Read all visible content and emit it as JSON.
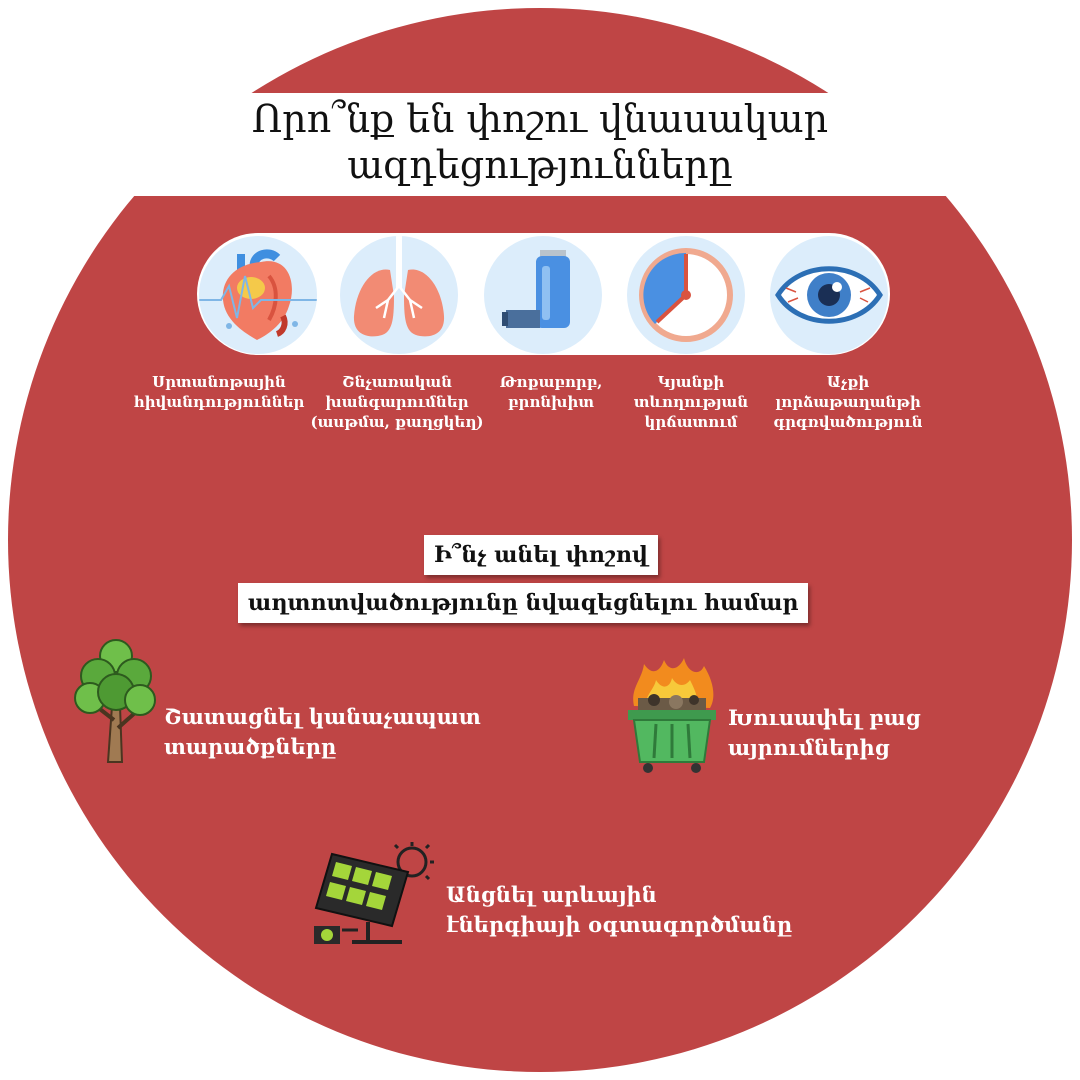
{
  "colors": {
    "accent": "#bf4545",
    "band": "#ffffff",
    "icon_bg": "#dcedfb"
  },
  "title": {
    "line1": "Որո՞նք են փոշու վնասակար",
    "line2": "ազդեցությունները"
  },
  "effects": [
    {
      "icon": "heart-icon",
      "label_lines": [
        "Սրտանոթային",
        "հիվանդություններ"
      ]
    },
    {
      "icon": "lungs-icon",
      "label_lines": [
        "Շնչառական",
        "խանգարումներ",
        "(ասթմա, քաղցկեղ)"
      ]
    },
    {
      "icon": "inhaler-icon",
      "label_lines": [
        "Թոքաբորբ,",
        "բրոնխիտ"
      ]
    },
    {
      "icon": "clock-icon",
      "label_lines": [
        "Կյանքի",
        "տևողության",
        "կրճատում"
      ]
    },
    {
      "icon": "eye-icon",
      "label_lines": [
        "Աչքի",
        "լորձաթաղանթի",
        "գրգռվածություն"
      ]
    }
  ],
  "actions_heading": {
    "line1": "Ի՞նչ անել փոշով",
    "line2": "աղտոտվածությունը նվազեցնելու համար"
  },
  "actions": [
    {
      "icon": "tree-icon",
      "lines": [
        "Շատացնել կանաչապատ",
        "տարածքները"
      ]
    },
    {
      "icon": "burning-dumpster-icon",
      "lines": [
        "Խուսափել բաց",
        "այրումներից"
      ]
    },
    {
      "icon": "solar-panel-icon",
      "lines": [
        "Անցնել արևային",
        "էներգիայի օգտագործմանը"
      ]
    }
  ]
}
